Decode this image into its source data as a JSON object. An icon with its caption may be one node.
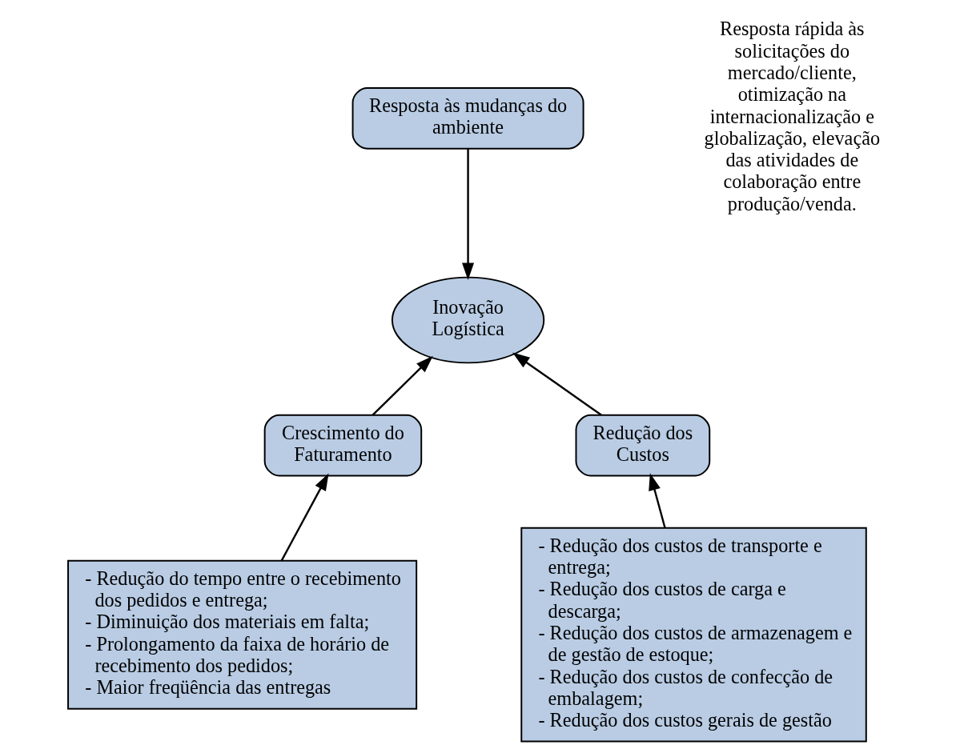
{
  "diagram": {
    "nodes": [
      {
        "text": [
          "Resposta às mudanças do ambiente"
        ]
      },
      {
        "text": [
          "Inovação Logística"
        ]
      },
      {
        "text": [
          "Crescimento do Faturamento"
        ]
      },
      {
        "text": [
          "Redução dos Custos"
        ]
      },
      {
        "text": [
          "- Redução do tempo entre o recebimento dos pedidos e entrega;",
          "- Diminuição dos materiais em falta;",
          "- Prolongamento da faixa de horário de recebimento dos pedidos;",
          "- Maior freqüência das entregas"
        ]
      },
      {
        "text": [
          "- Redução dos custos de transporte e entrega;",
          "- Redução dos custos de carga e descarga;",
          "- Redução dos custos de armazenagem e de gestão de estoque;",
          "- Redução dos custos de confecção de embalagem;",
          "- Redução dos custos gerais de gestão"
        ]
      }
    ],
    "edges": [
      {
        "from": 0,
        "to": 1,
        "arrow": "to"
      },
      {
        "from": 2,
        "to": 1,
        "arrow": "to"
      },
      {
        "from": 3,
        "to": 1,
        "arrow": "to"
      },
      {
        "from": 4,
        "to": 2,
        "arrow": "to"
      },
      {
        "from": 5,
        "to": 3,
        "arrow": "to"
      }
    ],
    "labels": [
      "Resposta rápida às solicitações do mercado/cliente, otimização na internacionalização e globalização, elevação das atividades de colaboração entre produção/venda."
    ]
  }
}
